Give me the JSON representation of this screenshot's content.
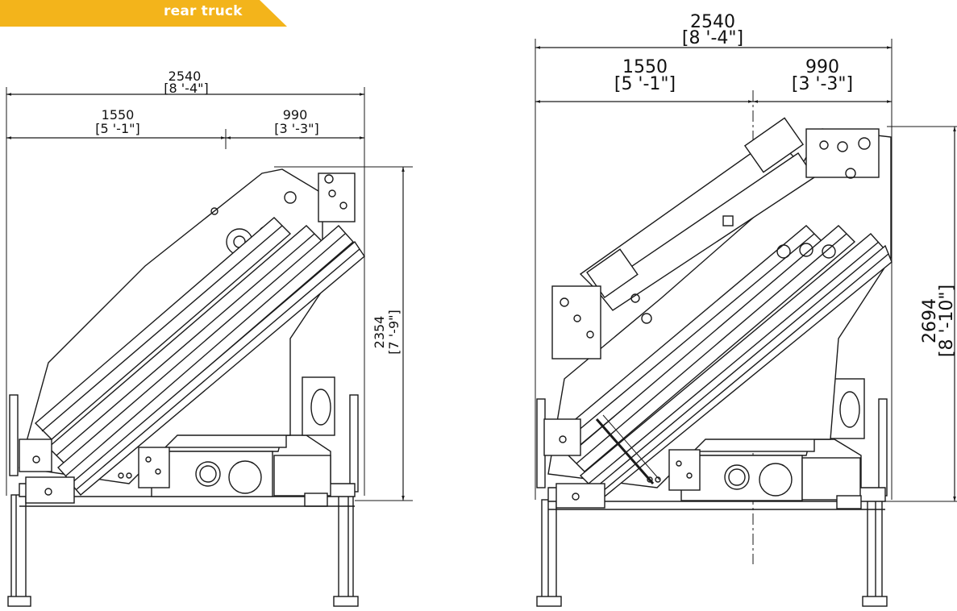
{
  "header": {
    "tag_label": "rear truck",
    "tag_color": "#f3b41b"
  },
  "left_view": {
    "overall_width": {
      "mm": "2540",
      "ftin": "[8 '-4\"]"
    },
    "left_segment": {
      "mm": "1550",
      "ftin": "[5 '-1\"]"
    },
    "right_segment": {
      "mm": "990",
      "ftin": "[3 '-3\"]"
    },
    "height": {
      "mm": "2354",
      "ftin": "[7 '-9\"]"
    }
  },
  "right_view": {
    "overall_width": {
      "mm": "2540",
      "ftin": "[8 '-4\"]"
    },
    "left_segment": {
      "mm": "1550",
      "ftin": "[5 '-1\"]"
    },
    "right_segment": {
      "mm": "990",
      "ftin": "[3 '-3\"]"
    },
    "height": {
      "mm": "2694",
      "ftin": "[8 '-10\"]"
    }
  },
  "colors": {
    "line": "#1a1a1a",
    "dimension": "#1a1a1a",
    "accent": "#f3b41b"
  }
}
